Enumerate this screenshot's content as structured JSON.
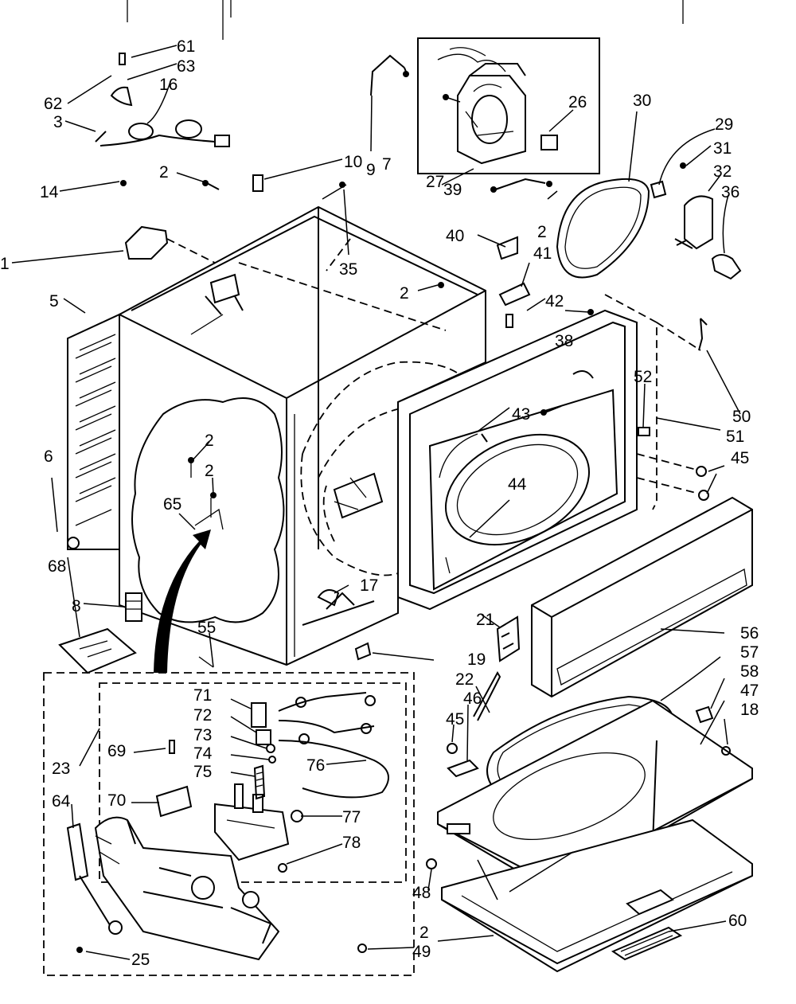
{
  "callouts": [
    {
      "id": "c61",
      "text": "61"
    },
    {
      "id": "c63",
      "text": "63"
    },
    {
      "id": "c62",
      "text": "62"
    },
    {
      "id": "c16",
      "text": "16"
    },
    {
      "id": "c3",
      "text": "3"
    },
    {
      "id": "c2a",
      "text": "2"
    },
    {
      "id": "c10",
      "text": "10"
    },
    {
      "id": "c9",
      "text": "9"
    },
    {
      "id": "c7",
      "text": "7"
    },
    {
      "id": "c14",
      "text": "14"
    },
    {
      "id": "c1",
      "text": "1"
    },
    {
      "id": "c35",
      "text": "35"
    },
    {
      "id": "c5",
      "text": "5"
    },
    {
      "id": "c2b",
      "text": "2"
    },
    {
      "id": "c26",
      "text": "26"
    },
    {
      "id": "c27",
      "text": "27"
    },
    {
      "id": "c39",
      "text": "39"
    },
    {
      "id": "c2c",
      "text": "2"
    },
    {
      "id": "c30",
      "text": "30"
    },
    {
      "id": "c29",
      "text": "29"
    },
    {
      "id": "c31",
      "text": "31"
    },
    {
      "id": "c32",
      "text": "32"
    },
    {
      "id": "c36",
      "text": "36"
    },
    {
      "id": "c40",
      "text": "40"
    },
    {
      "id": "c41",
      "text": "41"
    },
    {
      "id": "c42",
      "text": "42"
    },
    {
      "id": "c38",
      "text": "38"
    },
    {
      "id": "c50",
      "text": "50"
    },
    {
      "id": "c52",
      "text": "52"
    },
    {
      "id": "c51",
      "text": "51"
    },
    {
      "id": "c43",
      "text": "43"
    },
    {
      "id": "c45a",
      "text": "45"
    },
    {
      "id": "c44",
      "text": "44"
    },
    {
      "id": "c6",
      "text": "6"
    },
    {
      "id": "c2d",
      "text": "2"
    },
    {
      "id": "c2e",
      "text": "2"
    },
    {
      "id": "c65",
      "text": "65"
    },
    {
      "id": "c68",
      "text": "68"
    },
    {
      "id": "c8",
      "text": "8"
    },
    {
      "id": "c17",
      "text": "17"
    },
    {
      "id": "c55",
      "text": "55"
    },
    {
      "id": "c21",
      "text": "21"
    },
    {
      "id": "c19",
      "text": "19"
    },
    {
      "id": "c56",
      "text": "56"
    },
    {
      "id": "c57",
      "text": "57"
    },
    {
      "id": "c58",
      "text": "58"
    },
    {
      "id": "c47",
      "text": "47"
    },
    {
      "id": "c18",
      "text": "18"
    },
    {
      "id": "c22",
      "text": "22"
    },
    {
      "id": "c46",
      "text": "46"
    },
    {
      "id": "c45b",
      "text": "45"
    },
    {
      "id": "c71",
      "text": "71"
    },
    {
      "id": "c72",
      "text": "72"
    },
    {
      "id": "c73",
      "text": "73"
    },
    {
      "id": "c74",
      "text": "74"
    },
    {
      "id": "c75",
      "text": "75"
    },
    {
      "id": "c76",
      "text": "76"
    },
    {
      "id": "c23",
      "text": "23"
    },
    {
      "id": "c69",
      "text": "69"
    },
    {
      "id": "c70",
      "text": "70"
    },
    {
      "id": "c77",
      "text": "77"
    },
    {
      "id": "c78",
      "text": "78"
    },
    {
      "id": "c64",
      "text": "64"
    },
    {
      "id": "c25",
      "text": "25"
    },
    {
      "id": "c48",
      "text": "48"
    },
    {
      "id": "c2f",
      "text": "2"
    },
    {
      "id": "c49",
      "text": "49"
    },
    {
      "id": "c60",
      "text": "60"
    }
  ]
}
